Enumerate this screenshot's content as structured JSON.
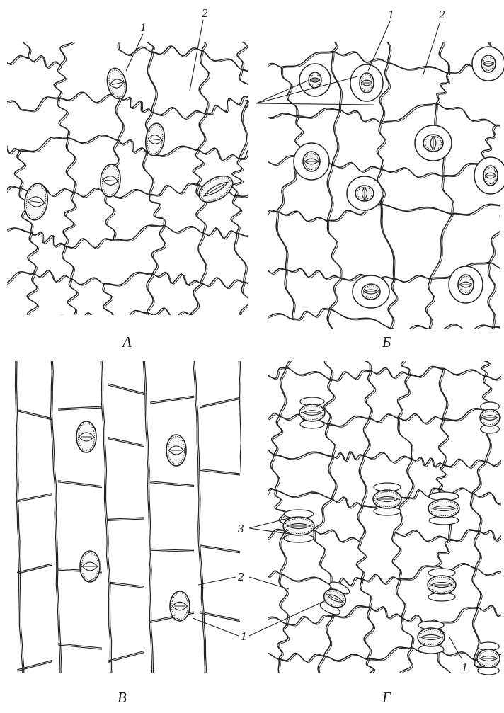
{
  "figure": {
    "panels": [
      {
        "caption": "А",
        "labels": [
          "1",
          "2"
        ],
        "cell_shape": "wavy",
        "stomata_type": "anomocytic"
      },
      {
        "caption": "Б",
        "labels": [
          "1",
          "2",
          "3"
        ],
        "cell_shape": "wavy",
        "stomata_type": "with-subsidiary-cells"
      },
      {
        "caption": "В",
        "labels": [
          "2",
          "1"
        ],
        "cell_shape": "elongated",
        "stomata_type": "anomocytic"
      },
      {
        "caption": "Г",
        "labels": [
          "3",
          "2",
          "1",
          "1"
        ],
        "cell_shape": "wavy",
        "stomata_type": "paracytic"
      }
    ],
    "colors": {
      "ink": "#222222",
      "background": "#ffffff",
      "stoma_fill": "#f7f7f7"
    }
  }
}
